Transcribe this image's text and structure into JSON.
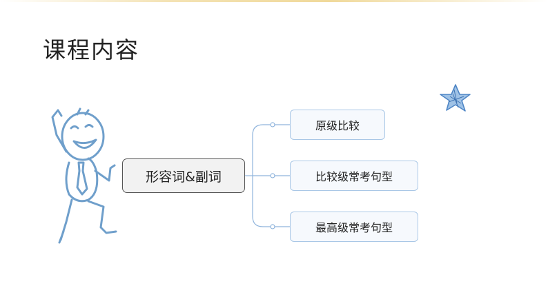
{
  "slide": {
    "title": "课程内容"
  },
  "mindmap": {
    "center": "形容词&副词",
    "branches": [
      {
        "label": "原级比较"
      },
      {
        "label": "比较级常考句型"
      },
      {
        "label": "最高级常考句型"
      }
    ]
  },
  "colors": {
    "connector": "#8fb4dc",
    "figure_stroke": "#6f9fcb",
    "star": "#4f86c6",
    "center_border": "#555555",
    "branch_border": "#a9c7e6"
  },
  "decorations": [
    "stick-figure-illustration",
    "star-doodle-icon"
  ]
}
